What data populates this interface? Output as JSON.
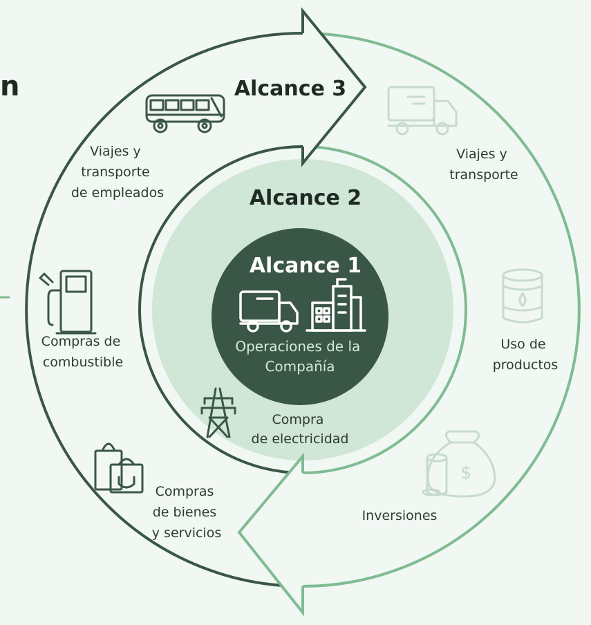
{
  "partial_heading": "n",
  "scope3": {
    "title": "Alcance 3",
    "labels": {
      "employee_travel": [
        "Viajes y",
        "transporte",
        "de empleados"
      ],
      "fuel_purchases": [
        "Compras de",
        "combustible"
      ],
      "goods_services": [
        "Compras",
        "de bienes",
        "y servicios"
      ],
      "transport": [
        "Viajes y",
        "transporte"
      ],
      "product_use": [
        "Uso de",
        "productos"
      ],
      "investments": [
        "Inversiones"
      ]
    }
  },
  "scope2": {
    "title": "Alcance 2",
    "label": [
      "Compra",
      "de electricidad"
    ]
  },
  "scope1": {
    "title": "Alcance 1",
    "label": [
      "Operaciones de la",
      "Compañía"
    ]
  },
  "icons": [
    "bus-icon",
    "fuel-pump-icon",
    "shopping-bags-icon",
    "delivery-truck-icon",
    "oil-barrel-icon",
    "money-bag-icon",
    "electricity-tower-icon",
    "buildings-icon"
  ],
  "colors": {
    "background": "#f1f7f2",
    "dark_green": "#3a5647",
    "light_green": "#7fbb93",
    "pale_green": "#d0e6d6",
    "icon_light": "#c6dbcc"
  }
}
